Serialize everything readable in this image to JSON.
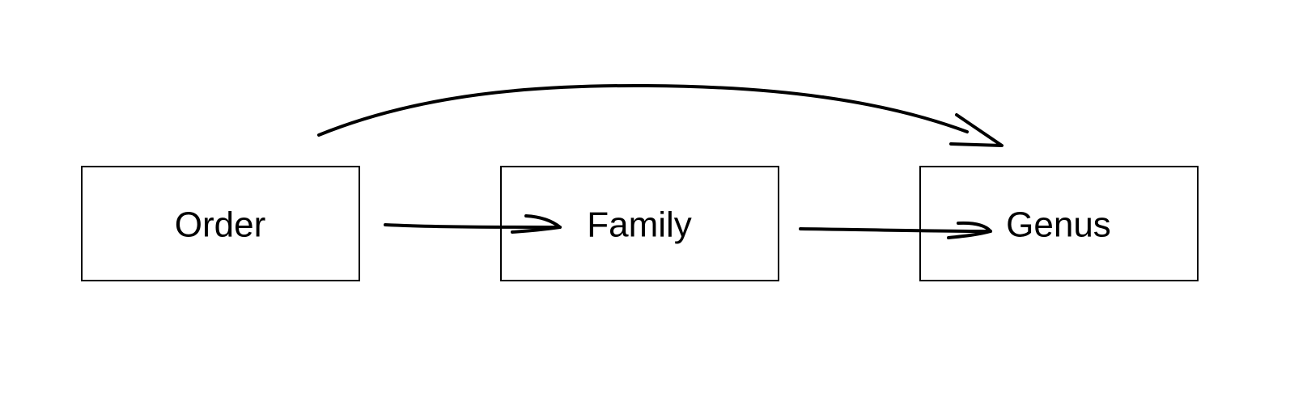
{
  "diagram": {
    "nodes": [
      {
        "id": "order",
        "label": "Order"
      },
      {
        "id": "family",
        "label": "Family"
      },
      {
        "id": "genus",
        "label": "Genus"
      }
    ],
    "edges": [
      {
        "from": "order",
        "to": "family"
      },
      {
        "from": "family",
        "to": "genus"
      },
      {
        "from": "order",
        "to": "genus"
      }
    ],
    "style": {
      "stroke_color": "#000000",
      "background": "#ffffff"
    }
  }
}
